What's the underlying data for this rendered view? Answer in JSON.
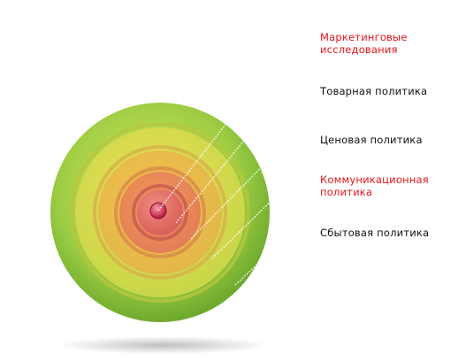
{
  "colors": {
    "highlight": "#e8141b",
    "normal": "#111111",
    "outer_ring": "#8cc63e",
    "middle_ring": "#d6d84a",
    "inner_ring": "#e8a44a",
    "core": "#e8786a",
    "center": "#c81e3c"
  },
  "layers": [
    {
      "lines": [
        "Маркетинговые",
        "исследования"
      ],
      "highlight": true
    },
    {
      "lines": [
        "Товарная политика"
      ],
      "highlight": false
    },
    {
      "lines": [
        "Ценовая политика"
      ],
      "highlight": false
    },
    {
      "lines": [
        "Коммуникационная",
        "политика"
      ],
      "highlight": true
    },
    {
      "lines": [
        "Сбытовая политика"
      ],
      "highlight": false
    }
  ]
}
